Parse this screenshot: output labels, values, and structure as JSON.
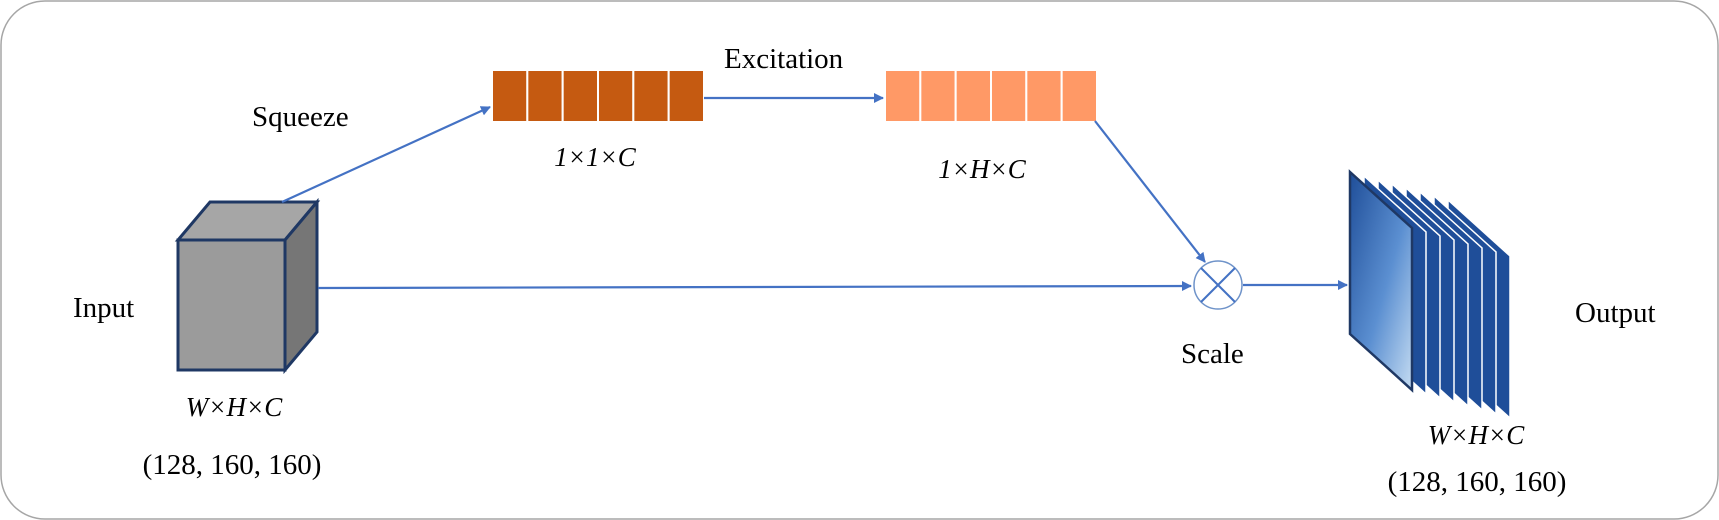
{
  "labels": {
    "squeeze": "Squeeze",
    "excitation": "Excitation",
    "input": "Input",
    "scale": "Scale",
    "output": "Output"
  },
  "dims": {
    "squeeze_vector": "1×1×C",
    "excitation_vector": "1×H×C",
    "input_dims": "W×H×C",
    "input_shape": "(128, 160, 160)",
    "output_dims": "W×H×C",
    "output_shape": "(128, 160, 160)"
  },
  "squeeze_vector_cells": 6,
  "excitation_vector_cells": 6,
  "output_layers": 8,
  "colors": {
    "squeeze_cell": "#c55a11",
    "excitation_cell": "#ff9966",
    "arrow": "#4472c4",
    "cube_front": "#9b9b9b",
    "cube_top": "#a6a6a6",
    "cube_side": "#767676",
    "cube_edge": "#1f3864",
    "output_layer_dark": "#1f4e99",
    "output_layer_light": "#9dc3e6",
    "frame_border": "#a6a6a6"
  },
  "icons": {
    "scale_operator": "circled-times-icon"
  }
}
